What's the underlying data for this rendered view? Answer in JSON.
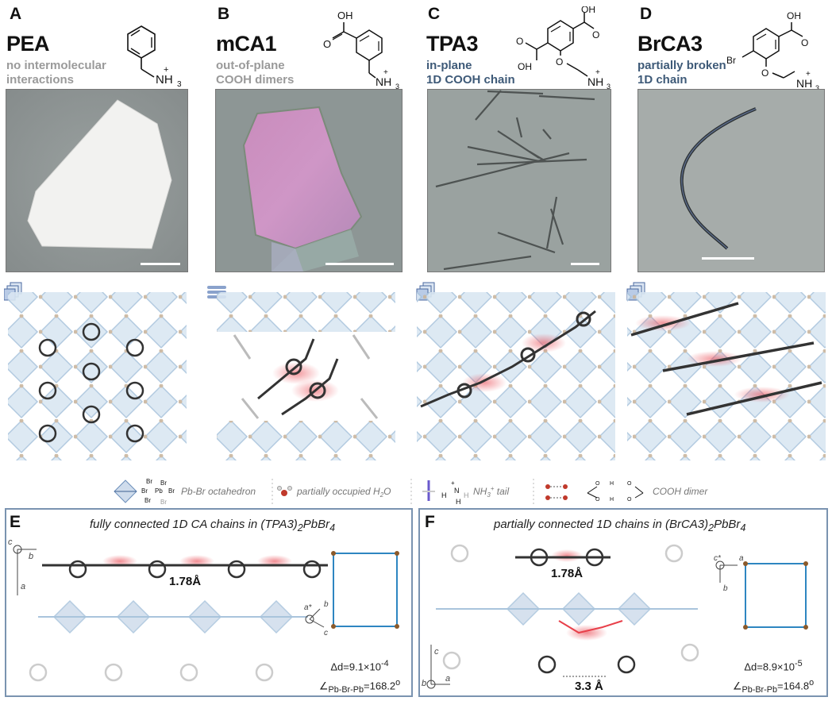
{
  "panels": [
    {
      "letter": "A",
      "title": "PEA",
      "subtitle_lines": [
        "no intermolecular",
        "interactions"
      ],
      "subtitle_color": "gray",
      "formula_labels": [
        "NH",
        "3",
        "+"
      ]
    },
    {
      "letter": "B",
      "title": "mCA1",
      "subtitle_lines": [
        "out-of-plane",
        "COOH dimers"
      ],
      "subtitle_color": "gray",
      "formula_labels": [
        "OH",
        "O",
        "NH",
        "3",
        "+"
      ]
    },
    {
      "letter": "C",
      "title": "TPA3",
      "subtitle_lines": [
        "in-plane",
        "1D COOH chain"
      ],
      "subtitle_color": "blue",
      "formula_labels": [
        "OH",
        "O",
        "O",
        "OH",
        "O",
        "NH",
        "3",
        "+"
      ]
    },
    {
      "letter": "D",
      "title": "BrCA3",
      "subtitle_lines": [
        "partially broken",
        "1D chain"
      ],
      "subtitle_color": "blue",
      "formula_labels": [
        "OH",
        "O",
        "Br",
        "O",
        "NH",
        "3",
        "+"
      ]
    }
  ],
  "legend": {
    "octahedron_label": "Pb-Br octahedron",
    "octahedron_atoms": [
      "Br",
      "Br",
      "Br",
      "Pb",
      "Br",
      "Br",
      "Br"
    ],
    "water_label": "partially occupied H",
    "water_sub": "2",
    "water_tail": "O",
    "nh3_label": "NH",
    "nh3_sub": "3",
    "nh3_sup": "+",
    "nh3_tail": " tail",
    "nh3_atoms": [
      "H",
      "N",
      "H",
      "H",
      "+"
    ],
    "cooh_label": "COOH dimer",
    "cooh_atoms": [
      "O",
      "H",
      "O",
      "O",
      "H",
      "O"
    ]
  },
  "panel_e": {
    "letter": "E",
    "title_main": "fully connected 1D CA chains in (TPA3)",
    "title_sub1": "2",
    "title_mid": "PbBr",
    "title_sub2": "4",
    "bond_length": "1.78Å",
    "axis_labels": [
      "c",
      "b",
      "a"
    ],
    "inset_axes": [
      "a*",
      "b",
      "c"
    ],
    "delta_prefix": "Δd=9.1×10",
    "delta_exp": "-4",
    "angle_prefix": "∠",
    "angle_sub": "Pb-Br-Pb",
    "angle_value": "=168.2",
    "angle_unit": "o"
  },
  "panel_f": {
    "letter": "F",
    "title_main": "partially connected 1D chains in (BrCA3)",
    "title_sub1": "2",
    "title_mid": "PbBr",
    "title_sub2": "4",
    "bond_length": "1.78Å",
    "distance": "3.3 Å",
    "axis_labels": [
      "c",
      "b",
      "a"
    ],
    "inset_axes": [
      "c*",
      "a",
      "b"
    ],
    "delta_prefix": "Δd=8.9×10",
    "delta_exp": "-5",
    "angle_prefix": "∠",
    "angle_sub": "Pb-Br-Pb",
    "angle_value": "=164.8",
    "angle_unit": "o"
  },
  "colors": {
    "bg_micro": "#8f9a9b",
    "lattice": "#a9c4dc",
    "highlight": "#e8404a",
    "frame": "#7a93b0",
    "subtitle_gray": "#9a9a9a",
    "subtitle_blue": "#3e5a78"
  }
}
